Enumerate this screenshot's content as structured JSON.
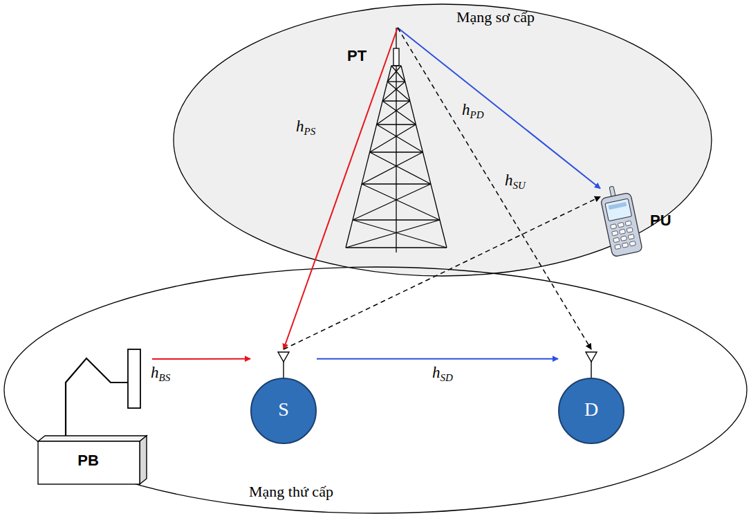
{
  "diagram": {
    "nodes": [
      {
        "text": [
          "Mạng sơ cấp"
        ]
      },
      {
        "text": [
          "PT"
        ],
        "in": 0
      },
      {
        "text": [
          "PU"
        ],
        "in": 0
      },
      {
        "text": [
          "Mạng thứ cấp"
        ]
      },
      {
        "text": [
          "PB"
        ],
        "in": 3
      },
      {
        "text": [
          "S"
        ],
        "in": 3
      },
      {
        "text": [
          "D"
        ],
        "in": 3
      }
    ],
    "edges": [
      {
        "from": 1,
        "to": 5,
        "arrow": "to",
        "label": "hPS"
      },
      {
        "from": 1,
        "to": 2,
        "arrow": "to"
      },
      {
        "from": 1,
        "to": 6,
        "arrow": "to",
        "label": "hPD"
      },
      {
        "from": 5,
        "to": 2,
        "arrow": "to",
        "label": "hSU"
      },
      {
        "from": 4,
        "to": 5,
        "arrow": "to",
        "label": "hBS"
      },
      {
        "from": 5,
        "to": 6,
        "arrow": "to",
        "label": "hSD"
      }
    ]
  }
}
